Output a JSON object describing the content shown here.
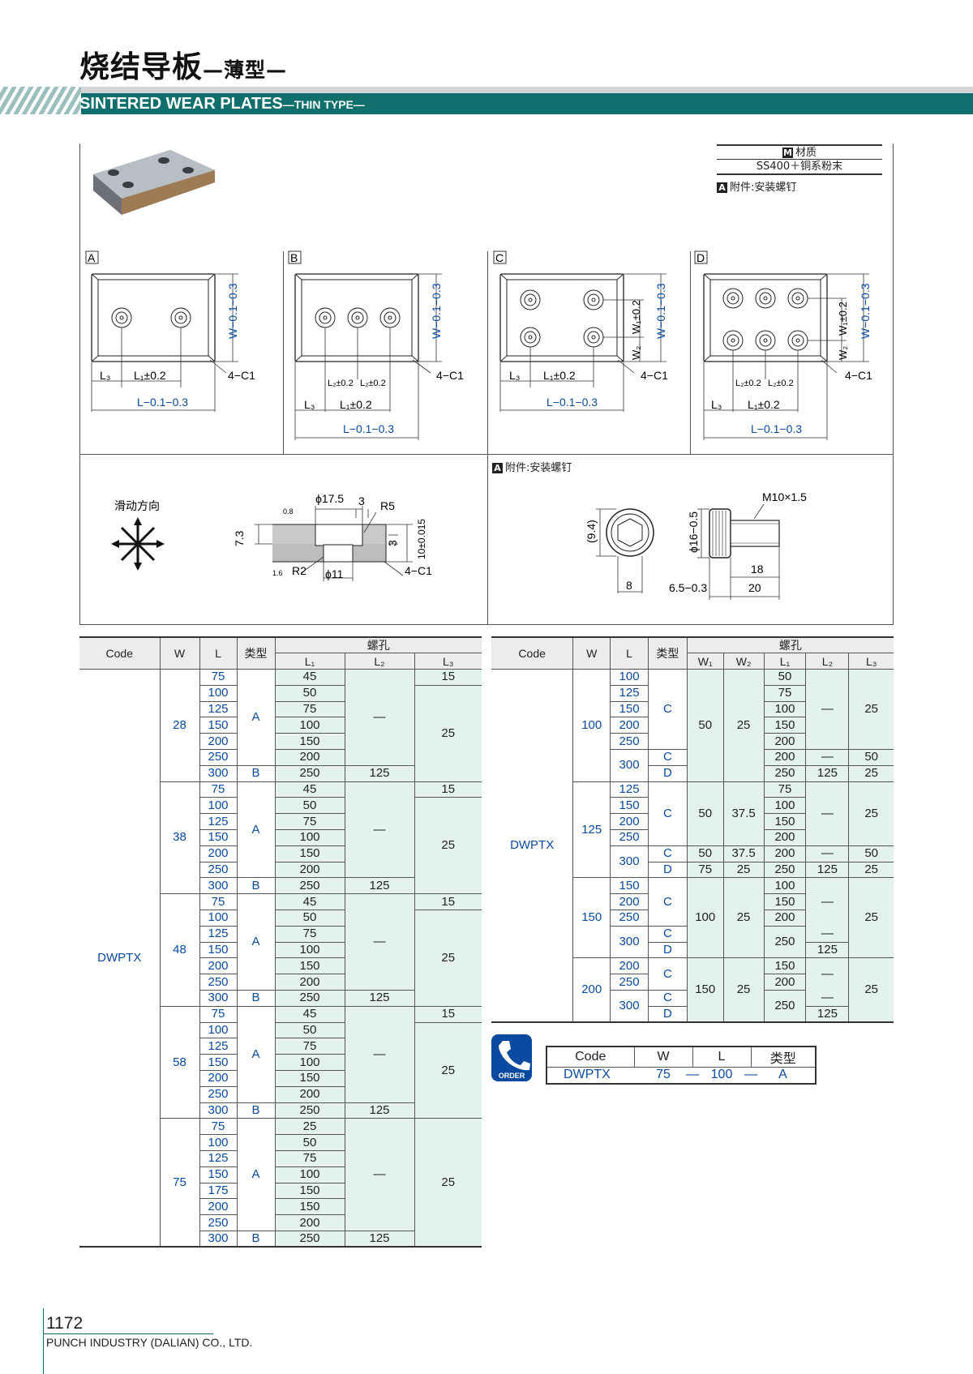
{
  "header": {
    "title_cn": "烧结导板",
    "title_cn_sub": "—薄型—",
    "title_en": "SINTERED WEAR PLATES",
    "title_en_sub": "—THIN TYPE—"
  },
  "material": {
    "label": "材质",
    "label_tag": "M",
    "value": "SS400＋铜系粉末",
    "accessory_tag": "A",
    "accessory": "附件:安装螺钉"
  },
  "drawings": {
    "types": [
      {
        "label": "A",
        "w": "W−0.1−0.3",
        "l": "L−0.1−0.3",
        "l1": "L₁±0.2",
        "l3": "L₃",
        "chamfer": "4−C1"
      },
      {
        "label": "B",
        "w": "W−0.1−0.3",
        "l": "L−0.1−0.3",
        "l1": "L₁±0.2",
        "l2a": "L₂±0.2",
        "l2b": "L₂±0.2",
        "l3": "L₃",
        "chamfer": "4−C1"
      },
      {
        "label": "C",
        "w": "W−0.1−0.3",
        "w1": "W₁±0.2",
        "w2": "W₂",
        "l": "L−0.1−0.3",
        "l1": "L₁±0.2",
        "l3": "L₃",
        "chamfer": "4−C1"
      },
      {
        "label": "D",
        "w": "W−0.1−0.3",
        "w1": "W₁±0.2",
        "w2": "W₂",
        "l": "L−0.1−0.3",
        "l1": "L₁±0.2",
        "l2a": "L₂±0.2",
        "l2b": "L₂±0.2",
        "l3": "L₃",
        "chamfer": "4−C1"
      }
    ],
    "section": {
      "sliding_dir": "滑动方向",
      "d175": "ϕ17.5",
      "d3": "3",
      "r5": "R5",
      "r2": "R2",
      "d11": "ϕ11",
      "h73": "7.3",
      "h3": "3",
      "t10": "10±0.015",
      "chamfer": "4−C1",
      "rough1": "0.8",
      "rough2": "1.6"
    },
    "screw": {
      "title_tag": "A",
      "title": "附件:安装螺钉",
      "thread": "M10×1.5",
      "d16": "ϕ16−0.5",
      "h94": "(9.4)",
      "w8": "8",
      "h65": "6.5−0.3",
      "l18": "18",
      "l20": "20"
    }
  },
  "left_table": {
    "headers": {
      "code": "Code",
      "w": "W",
      "l": "L",
      "type": "类型",
      "holes": "螺孔",
      "l1": "L₁",
      "l2": "L₂",
      "l3": "L₃"
    },
    "code": "DWPTX",
    "groups": [
      {
        "w": "28",
        "rows": [
          [
            "75",
            "45",
            "15"
          ],
          [
            "100",
            "50",
            ""
          ],
          [
            "125",
            "75",
            ""
          ],
          [
            "150",
            "100",
            ""
          ],
          [
            "200",
            "150",
            ""
          ],
          [
            "250",
            "200",
            ""
          ],
          [
            "300",
            "250",
            "125"
          ]
        ]
      },
      {
        "w": "38",
        "rows": [
          [
            "75",
            "45",
            "15"
          ],
          [
            "100",
            "50",
            ""
          ],
          [
            "125",
            "75",
            ""
          ],
          [
            "150",
            "100",
            ""
          ],
          [
            "200",
            "150",
            ""
          ],
          [
            "250",
            "200",
            ""
          ],
          [
            "300",
            "250",
            "125"
          ]
        ]
      },
      {
        "w": "48",
        "rows": [
          [
            "75",
            "45",
            "15"
          ],
          [
            "100",
            "50",
            ""
          ],
          [
            "125",
            "75",
            ""
          ],
          [
            "150",
            "100",
            ""
          ],
          [
            "200",
            "150",
            ""
          ],
          [
            "250",
            "200",
            ""
          ],
          [
            "300",
            "250",
            "125"
          ]
        ]
      },
      {
        "w": "58",
        "rows": [
          [
            "75",
            "45",
            "15"
          ],
          [
            "100",
            "50",
            ""
          ],
          [
            "125",
            "75",
            ""
          ],
          [
            "150",
            "100",
            ""
          ],
          [
            "200",
            "150",
            ""
          ],
          [
            "250",
            "200",
            ""
          ],
          [
            "300",
            "250",
            "125"
          ]
        ]
      },
      {
        "w": "75",
        "rows": [
          [
            "75",
            "25",
            ""
          ],
          [
            "100",
            "50",
            ""
          ],
          [
            "125",
            "75",
            ""
          ],
          [
            "150",
            "100",
            ""
          ],
          [
            "175",
            "150",
            ""
          ],
          [
            "200",
            "150",
            ""
          ],
          [
            "250",
            "200",
            ""
          ],
          [
            "300",
            "250",
            "125"
          ]
        ]
      }
    ],
    "typeA": "A",
    "typeB": "B",
    "dash": "—",
    "l3_main": "25"
  },
  "right_table": {
    "headers": {
      "code": "Code",
      "w": "W",
      "l": "L",
      "type": "类型",
      "holes": "螺孔",
      "w1": "W₁",
      "w2": "W₂",
      "l1": "L₁",
      "l2": "L₂",
      "l3": "L₃"
    },
    "code": "DWPTX",
    "g100": {
      "w": "100",
      "ls": [
        "100",
        "125",
        "150",
        "200",
        "250",
        "300"
      ],
      "w1": "50",
      "w2": "25",
      "l1": [
        "50",
        "75",
        "100",
        "150",
        "200",
        "200",
        "250"
      ],
      "l2d": "125",
      "l3": "25",
      "l3c": "50",
      "l3d": "25"
    },
    "g125": {
      "w": "125",
      "ls": [
        "125",
        "150",
        "200",
        "250",
        "300"
      ],
      "w1": "50",
      "w2": "37.5",
      "l1": [
        "75",
        "100",
        "150",
        "200",
        "200",
        "250"
      ],
      "w1d": "75",
      "w2d": "25",
      "l2d": "125",
      "l3": "25",
      "l3c": "50",
      "l3d": "25"
    },
    "g150": {
      "w": "150",
      "ls": [
        "150",
        "200",
        "250",
        "300"
      ],
      "w1": "100",
      "w2": "25",
      "l1": [
        "100",
        "150",
        "200",
        "250"
      ],
      "l2d": "125",
      "l3": "25"
    },
    "g200": {
      "w": "200",
      "ls": [
        "200",
        "250",
        "300"
      ],
      "w1": "150",
      "w2": "25",
      "l1": [
        "150",
        "200",
        "250"
      ],
      "l2d": "125",
      "l3": "25"
    },
    "types": {
      "c": "C",
      "d": "D"
    },
    "dash": "—"
  },
  "order": {
    "icon_label": "ORDER",
    "headers": [
      "Code",
      "W",
      "L",
      "类型"
    ],
    "values": [
      "DWPTX",
      "75",
      "100",
      "A"
    ],
    "sep": "—"
  },
  "footer": {
    "page": "1172",
    "company": "PUNCH INDUSTRY (DALIAN) CO., LTD."
  }
}
